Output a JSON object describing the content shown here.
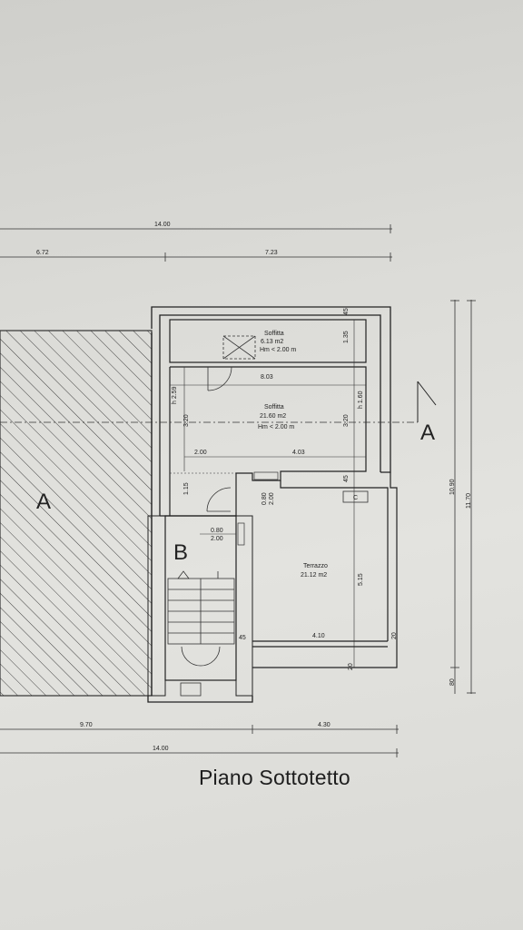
{
  "title": "Piano Sottotetto",
  "dims_top": {
    "overall": "14.00",
    "left": "6.72",
    "right": "7.23"
  },
  "dims_bottom": {
    "left": "9.70",
    "right": "4.30",
    "overall": "14.00"
  },
  "dims_right": {
    "inner": "10.90",
    "outer": "11.70",
    "bottom": "80"
  },
  "rooms": {
    "soffitta_small": {
      "name": "Soffitta",
      "area": "6.13 m2",
      "height": "Hm < 2.00 m"
    },
    "soffitta_big": {
      "name": "Soffitta",
      "area": "21.60 m2",
      "height": "Hm < 2.00 m"
    },
    "terrazzo": {
      "name": "Terrazzo",
      "area": "21.12 m2"
    }
  },
  "inner_dims": {
    "d_135": "1.35",
    "d_45a": "45",
    "d_803": "8.03",
    "d_h259": "h 2.59",
    "d_320a": "3.20",
    "d_320b": "3.20",
    "d_h160": "h 1.60",
    "d_200a": "2.00",
    "d_403": "4.03",
    "d_45b": "45",
    "d_115": "1.15",
    "d_080a": "0.80",
    "d_200b": "2.00",
    "d_080b": "0.80",
    "d_200c": "2.00",
    "d_515": "5.15",
    "d_45c": "45",
    "d_410": "4.10",
    "d_20a": "20",
    "d_20b": "20"
  },
  "labels": {
    "zone_a": "A",
    "zone_b": "B",
    "section_a": "A",
    "mark_c": "C"
  }
}
